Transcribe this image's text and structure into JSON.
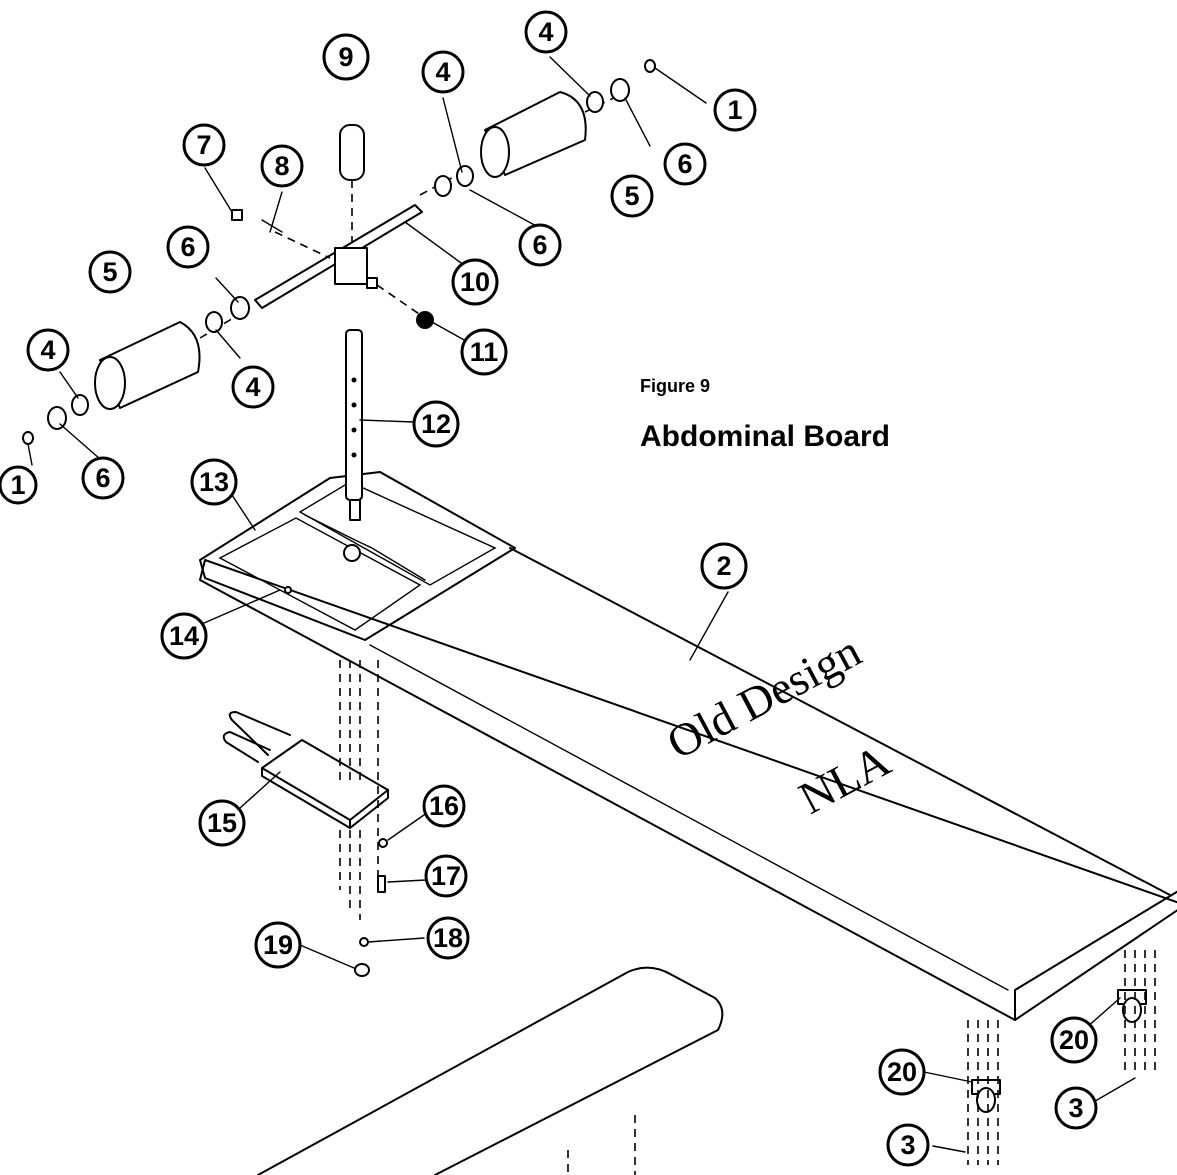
{
  "figure": {
    "label": "Figure 9",
    "title": "Abdominal Board"
  },
  "stamps": {
    "old_design": "Old Design",
    "nla": "NLA"
  },
  "callouts": {
    "c1a": "1",
    "c1b": "1",
    "c2": "2",
    "c3a": "3",
    "c3b": "3",
    "c4a": "4",
    "c4b": "4",
    "c4c": "4",
    "c4d": "4",
    "c5a": "5",
    "c5b": "5",
    "c6a": "6",
    "c6b": "6",
    "c6c": "6",
    "c6d": "6",
    "c7": "7",
    "c8": "8",
    "c9": "9",
    "c10": "10",
    "c11": "11",
    "c12": "12",
    "c13": "13",
    "c14": "14",
    "c15": "15",
    "c16": "16",
    "c17": "17",
    "c18": "18",
    "c19": "19",
    "c20a": "20",
    "c20b": "20"
  }
}
